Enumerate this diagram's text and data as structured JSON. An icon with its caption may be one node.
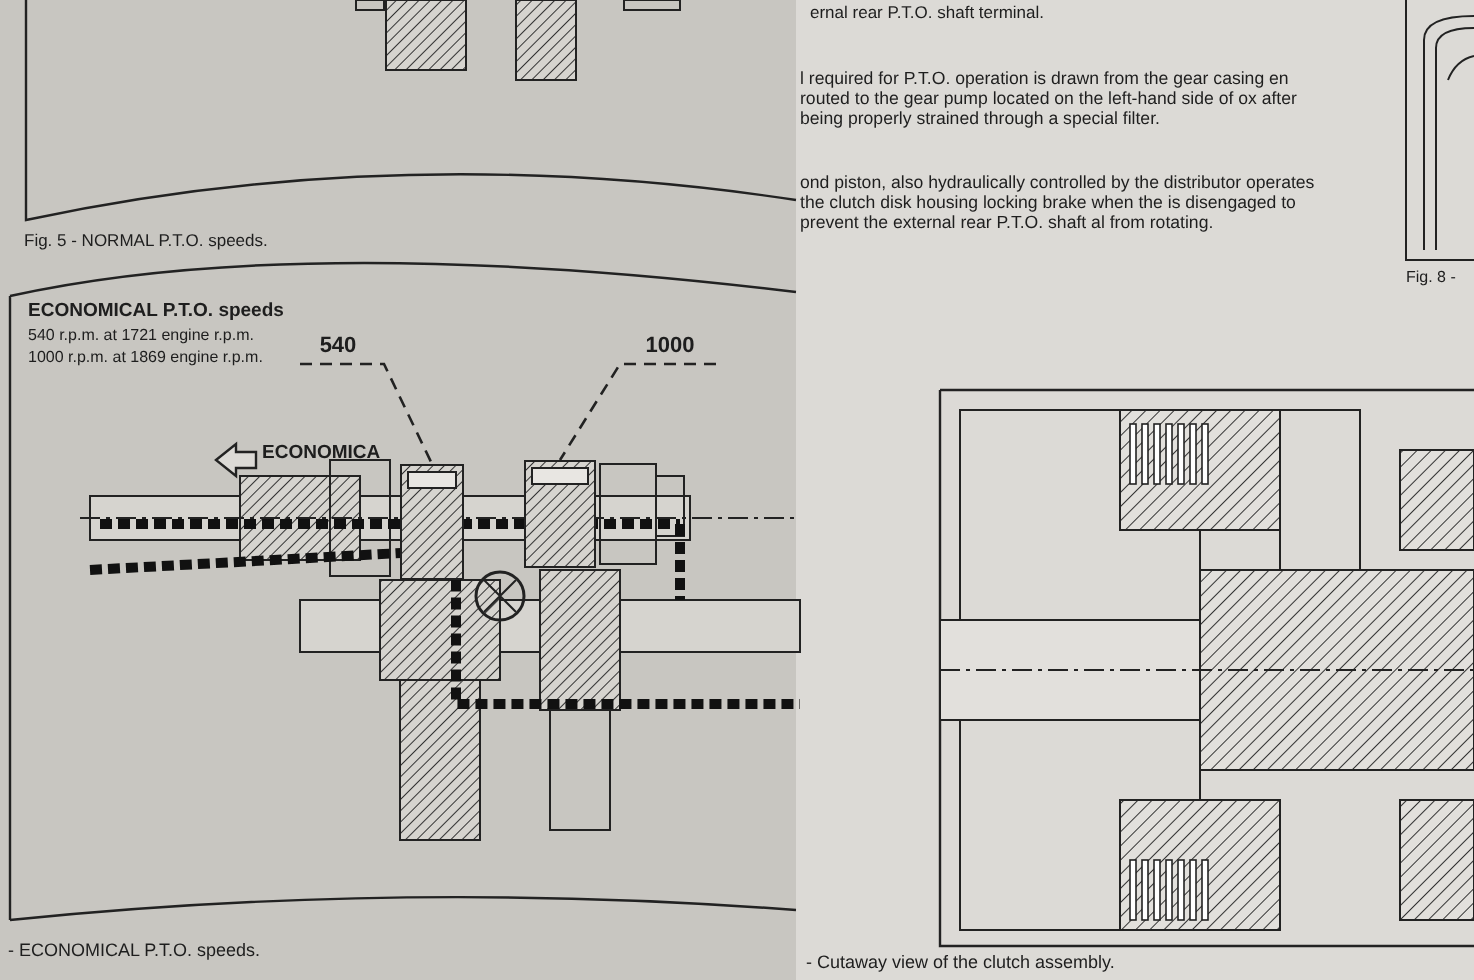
{
  "diagram": {
    "nodes": [
      {
        "text": [
          "540"
        ]
      },
      {
        "text": [
          "1000"
        ]
      },
      {
        "text": [],
        "shape": "picture"
      },
      {
        "text": [],
        "shape": "picture"
      }
    ],
    "edges": [
      {
        "from": 0,
        "to": 2,
        "arrow": "none",
        "style": "dashed"
      },
      {
        "from": 1,
        "to": 3,
        "arrow": "none",
        "style": "dashed"
      }
    ],
    "labels": [
      "Fig. 5 - NORMAL P.T.O. speeds.",
      "ECONOMICAL P.T.O. speeds",
      "540 r.p.m. at 1721 engine r.p.m.",
      "1000 r.p.m. at 1869 engine r.p.m.",
      "ECONOMICA",
      "- ECONOMICAL P.T.O. speeds.",
      "ernal rear P.T.O. shaft terminal.",
      "l required for P.T.O. operation is drawn from the gear casing en routed to the gear pump located on the left-hand side of ox after being properly strained through a special filter.",
      "ond piston, also hydraulically controlled by the distributor operates the clutch disk housing locking brake when the is disengaged to prevent the external rear P.T.O. shaft al from rotating.",
      "Fig. 8 -",
      "- Cutaway view of the clutch assembly."
    ]
  }
}
